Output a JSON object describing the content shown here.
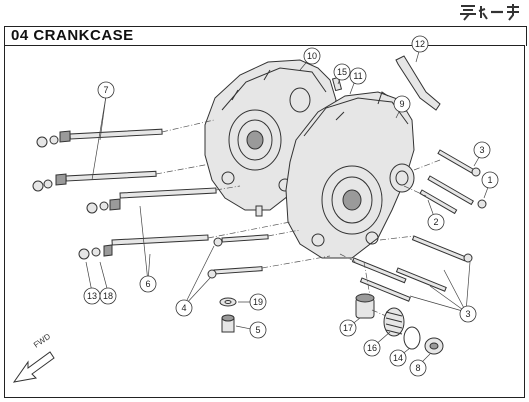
{
  "header": {
    "title": "04 CRANKCASE",
    "logo_icon": "daytona-logo-icon"
  },
  "fwd": {
    "label": "FWD",
    "icon": "forward-arrow-icon"
  },
  "callouts": [
    {
      "id": "c1",
      "label": "1"
    },
    {
      "id": "c2",
      "label": "2"
    },
    {
      "id": "c3a",
      "label": "3"
    },
    {
      "id": "c3b",
      "label": "3"
    },
    {
      "id": "c4",
      "label": "4"
    },
    {
      "id": "c5",
      "label": "5"
    },
    {
      "id": "c6",
      "label": "6"
    },
    {
      "id": "c7",
      "label": "7"
    },
    {
      "id": "c8",
      "label": "8"
    },
    {
      "id": "c9",
      "label": "9"
    },
    {
      "id": "c10",
      "label": "10"
    },
    {
      "id": "c11",
      "label": "11"
    },
    {
      "id": "c12",
      "label": "12"
    },
    {
      "id": "c13",
      "label": "13"
    },
    {
      "id": "c14",
      "label": "14"
    },
    {
      "id": "c15",
      "label": "15"
    },
    {
      "id": "c16",
      "label": "16"
    },
    {
      "id": "c17",
      "label": "17"
    },
    {
      "id": "c18",
      "label": "18"
    },
    {
      "id": "c19",
      "label": "19"
    }
  ],
  "colors": {
    "line": "#333333",
    "background": "#ffffff"
  }
}
